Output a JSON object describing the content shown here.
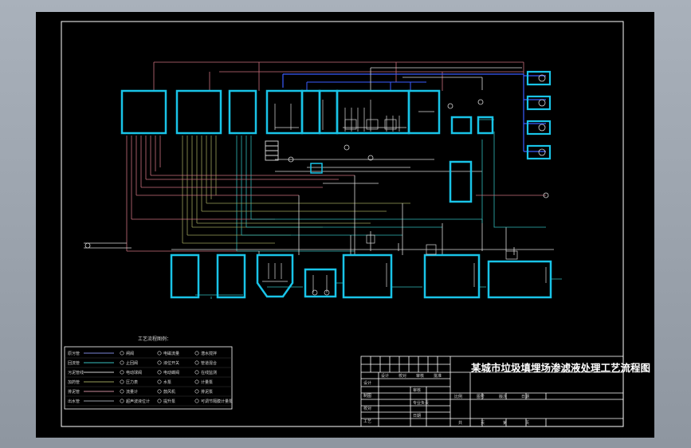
{
  "drawing": {
    "title": "某城市垃圾填埋场渗滤液处理工艺流程图",
    "legend_heading": "工艺流程图例：",
    "legend_lines": [
      {
        "label": "原污管",
        "color": "#7d86d8"
      },
      {
        "label": "回流管",
        "color": "#39c0c0"
      },
      {
        "label": "污泥管线",
        "color": "#d0d0d0"
      },
      {
        "label": "加药管",
        "color": "#9aa15a"
      },
      {
        "label": "排泥管",
        "color": "#c98a9a"
      },
      {
        "label": "出水管",
        "color": "#9aa0a8"
      }
    ],
    "legend_symbols_col1": [
      "闸阀",
      "止回阀",
      "电动球阀",
      "压力表",
      "流量计",
      "超声波液位计"
    ],
    "legend_symbols_col2": [
      "电磁流量",
      "液位开关",
      "电动蝶阀",
      "水泵",
      "鼓风机",
      "提升泵"
    ],
    "legend_symbols_col3": [
      "潜水搅拌",
      "管道混合",
      "在线监测",
      "计量泵",
      "排泥泵",
      "可调节隔膜计量泵"
    ],
    "title_block": {
      "row1": [
        "设计",
        "校对",
        "审核",
        "批准"
      ],
      "labels_left": [
        "设计",
        "制图",
        "校对",
        "工艺"
      ],
      "labels_mid": [
        "审核",
        "专业负责",
        "日期"
      ],
      "row_cells": [
        "比例",
        "图号",
        "版次",
        "日期"
      ],
      "bottom_cells": [
        "共",
        "页",
        "第",
        "页"
      ]
    },
    "colors": {
      "tank": "#19c4e8",
      "blue_line": "#3a5cff",
      "red_line": "#c9707e",
      "cyan_line": "#30b8b8",
      "frame": "#ffffff",
      "sheet": "#000000"
    }
  }
}
